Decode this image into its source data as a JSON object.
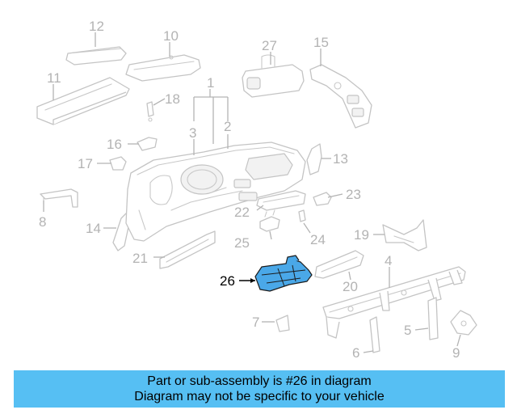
{
  "diagram": {
    "callouts": [
      "12",
      "10",
      "27",
      "15",
      "11",
      "1",
      "18",
      "3",
      "2",
      "16",
      "13",
      "17",
      "23",
      "8",
      "22",
      "14",
      "25",
      "24",
      "19",
      "4",
      "21",
      "26",
      "20",
      "7",
      "5",
      "6",
      "9"
    ],
    "highlighted_part": "26",
    "highlight_color": "#4aa8e8"
  },
  "banner": {
    "line1": "Part or sub-assembly is #26 in diagram",
    "line2": "Diagram may not be specific to your vehicle",
    "background": "#56bff3"
  }
}
